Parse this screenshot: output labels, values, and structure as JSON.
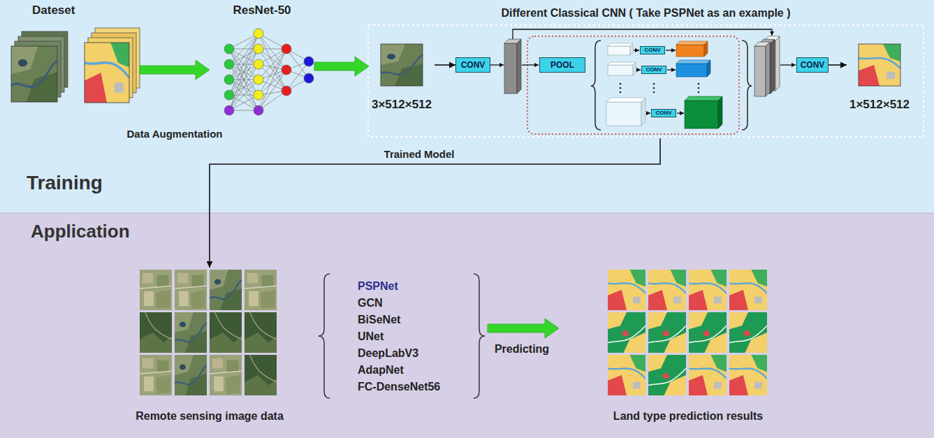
{
  "diagram": {
    "nodes": [
      {
        "text": [
          "Dateset"
        ]
      },
      {
        "text": [
          "ResNet-50"
        ]
      },
      {
        "text": [
          "Different Classical CNN ( Take PSPNet as an example )"
        ]
      },
      {
        "text": [
          "3×512×512"
        ],
        "in": 2
      },
      {
        "text": [
          "CONV"
        ],
        "in": 2
      },
      {
        "text": [
          "POOL"
        ],
        "in": 2
      },
      {
        "text": [
          "CONV"
        ],
        "in": 2
      },
      {
        "text": [
          "CONV"
        ],
        "in": 2
      },
      {
        "text": [
          "CONV"
        ],
        "in": 2
      },
      {
        "text": [
          "CONV"
        ],
        "in": 2
      },
      {
        "text": [
          "1×512×512"
        ],
        "in": 2
      },
      {
        "text": [
          "Remote sensing image data"
        ]
      },
      {
        "text": [
          "PSPNet",
          "GCN",
          "BiSeNet",
          "UNet",
          "DeepLabV3",
          "AdapNet",
          "FC-DenseNet56"
        ]
      },
      {
        "text": [
          "Land type prediction results"
        ]
      }
    ],
    "edges": [
      {
        "from": 0,
        "to": 1,
        "label": "Data Augmentation",
        "arrow": "to"
      },
      {
        "from": 1,
        "to": 3,
        "arrow": "to"
      },
      {
        "from": 3,
        "to": 4,
        "arrow": "to"
      },
      {
        "from": 9,
        "to": 10,
        "arrow": "to"
      },
      {
        "from": 2,
        "to": 11,
        "label": "Trained Model",
        "arrow": "to"
      },
      {
        "from": 12,
        "to": 13,
        "label": "Predicting",
        "arrow": "to"
      }
    ],
    "labels": [
      "Training",
      "Application"
    ]
  }
}
